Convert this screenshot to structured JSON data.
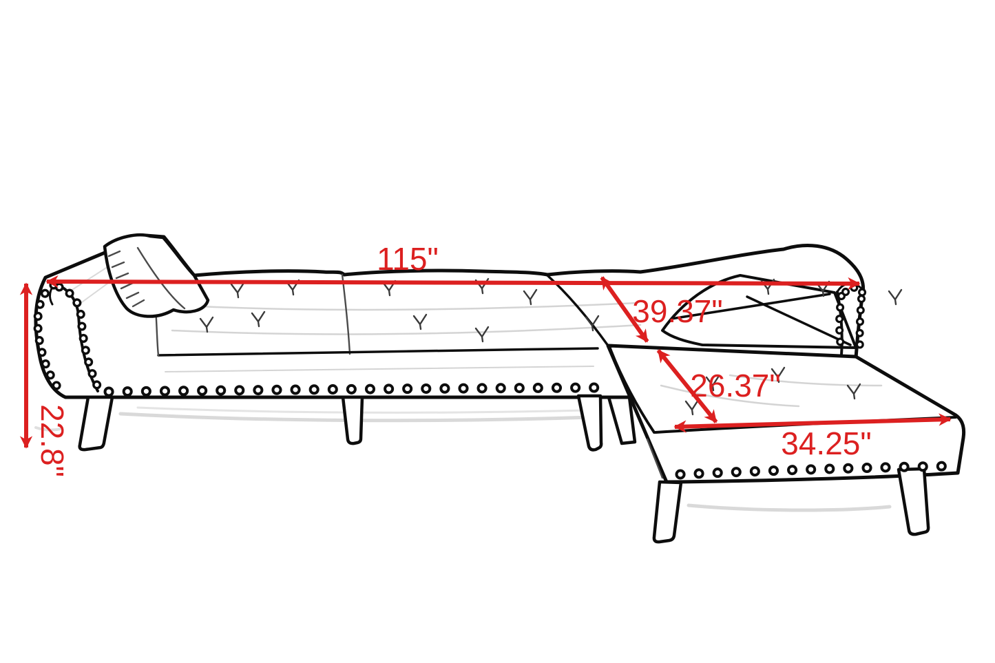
{
  "page": {
    "background": "#ffffff"
  },
  "colors": {
    "annotation_red": "#dc2020",
    "outline_black": "#0d0d0d",
    "sketch_gray": "#c9c9c9"
  },
  "dimensions": {
    "overall_width": "115\"",
    "overall_depth": "39.37\"",
    "chaise_seat_depth": "26.37\"",
    "chaise_length": "34.25\"",
    "height": "22.8\""
  }
}
